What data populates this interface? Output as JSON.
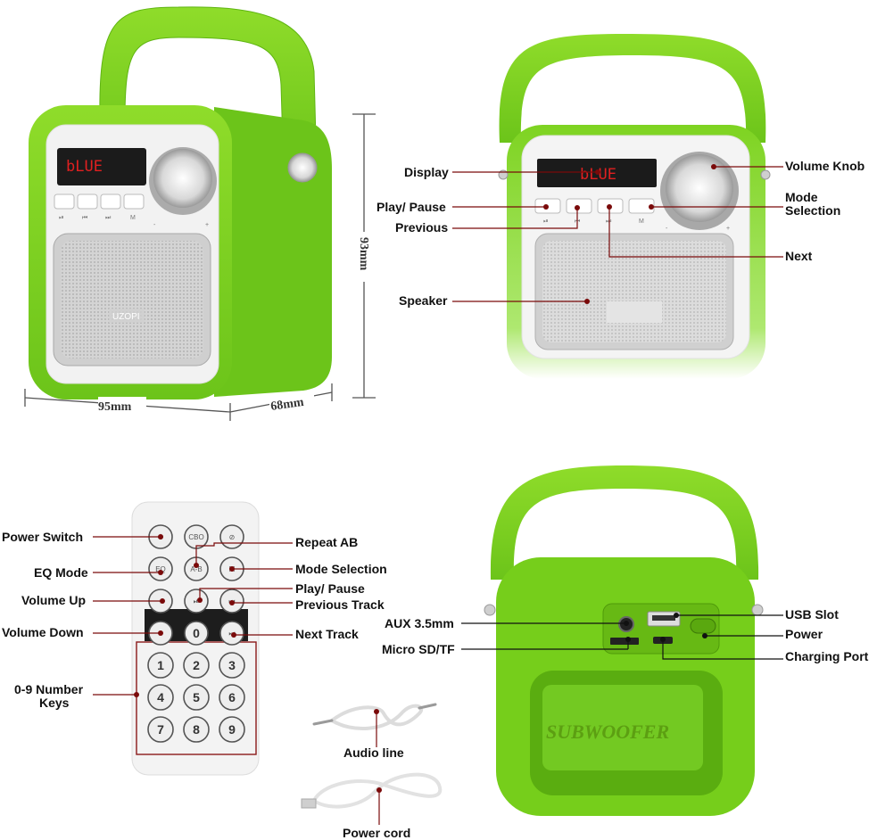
{
  "colors": {
    "body": "#7ed321",
    "body_dark": "#5fb511",
    "face": "#f4f4f4",
    "led": "#e02020",
    "leader": "#7a0a0a"
  },
  "dimensions": {
    "width": "95mm",
    "depth": "68mm",
    "height": "93mm"
  },
  "front_view": {
    "display_text_left": "bLUE",
    "display_text_right": "bLUE",
    "brand": "UZOPI",
    "button_marks": [
      "⏯",
      "⏮",
      "⏭",
      "M"
    ],
    "knob_marks": [
      "-",
      "+"
    ]
  },
  "labels": {
    "display": "Display",
    "play_pause": "Play/ Pause",
    "previous": "Previous",
    "speaker": "Speaker",
    "volume_knob": "Volume Knob",
    "mode_selection_1": "Mode",
    "mode_selection_2": "Selection",
    "next": "Next"
  },
  "remote": {
    "buttons_top": [
      "⏻",
      "CBO",
      "⊘"
    ],
    "buttons_row2": [
      "EQ",
      "A-B",
      "M"
    ],
    "buttons_row3": [
      "+",
      "⏯",
      "⏮"
    ],
    "buttons_row4": [
      "−",
      "0",
      "⏭"
    ],
    "digits": [
      "1",
      "2",
      "3",
      "4",
      "5",
      "6",
      "7",
      "8",
      "9"
    ],
    "labels_left": {
      "power_switch": "Power Switch",
      "eq_mode": "EQ Mode",
      "volume_up": "Volume Up",
      "volume_down": "Volume Down",
      "number_keys_1": "0-9 Number",
      "number_keys_2": "Keys"
    },
    "labels_right": {
      "repeat_ab": "Repeat AB",
      "mode_selection": "Mode Selection",
      "play_pause": "Play/ Pause",
      "previous_track": "Previous Track",
      "next_track": "Next Track"
    }
  },
  "accessories": {
    "audio_line": "Audio line",
    "power_cord": "Power cord"
  },
  "back_view": {
    "subwoofer": "SUBWOOFER",
    "labels": {
      "aux": "AUX 3.5mm",
      "micro_sd": "Micro SD/TF",
      "usb_slot": "USB Slot",
      "power": "Power",
      "charging_port": "Charging Port"
    }
  }
}
